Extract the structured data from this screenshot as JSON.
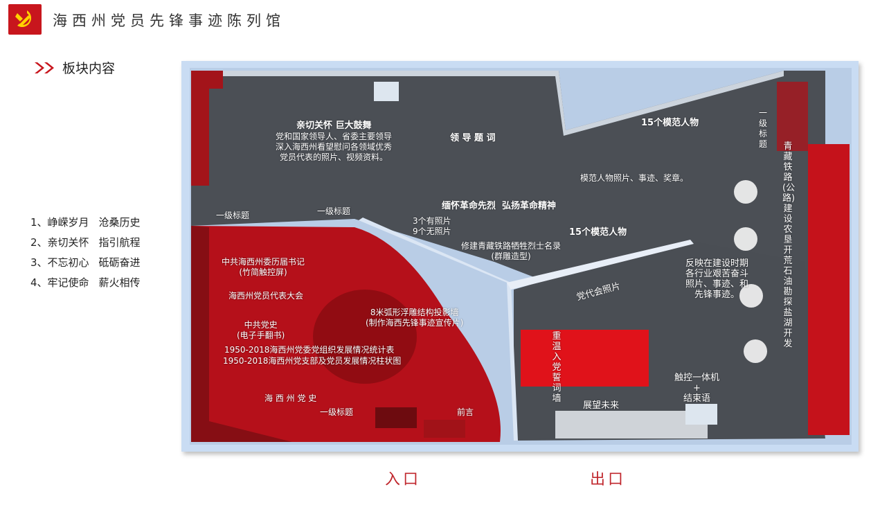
{
  "header": {
    "title": "海西州党员先锋事迹陈列馆",
    "logo_icon": "party-emblem-icon",
    "accent": "#c8161d"
  },
  "section": {
    "icon": "double-chevron-icon",
    "label": "板块内容"
  },
  "menu": [
    {
      "num": "1、峥嵘岁月",
      "desc": "沧桑历史"
    },
    {
      "num": "2、亲切关怀",
      "desc": "指引航程"
    },
    {
      "num": "3、不忘初心",
      "desc": "砥砺奋进"
    },
    {
      "num": "4、牢记使命",
      "desc": "薪火相传"
    }
  ],
  "plan": {
    "labels": {
      "care_title": "亲切关怀 巨大鼓舞",
      "care_desc": "党和国家领导人、省委主要领导\n深入海西州看望慰问各领域优秀\n党员代表的照片、视频资料。",
      "leader_words": "领 导 题 词",
      "models_top": "15个模范人物",
      "models_desc": "模范人物照片、事迹、奖章。",
      "level1_a": "一级标题",
      "level1_b": "一级标题",
      "level1_c": "一级标题",
      "level1_v": "一级标题",
      "martyrs": "缅怀革命先烈  弘扬革命精神",
      "photos": "3个有照片\n9个无照片",
      "railway": "修建青藏铁路牺牲烈士名录\n(群雕造型)",
      "models_mid": "15个模范人物",
      "secretaries": "中共海西州委历届书记\n(竹简触控屏)",
      "congress": "海西州党员代表大会",
      "party_history": "中共党史\n(电子手翻书)",
      "stats1": "1950-2018海西州党委党组织发展情况统计表",
      "stats2": "1950-2018海西州党支部及党员发展情况柱状图",
      "projection": "8米弧形浮雕结构投影墙\n(制作海西先锋事迹宣传片)",
      "haixi_history": "海 西 州 党 史",
      "preface": "前言",
      "congress_photos": "党代会照片",
      "oath_wall": "重温入党誓词墙",
      "future": "展望未来",
      "touch": "触控一体机\n+\n结束语",
      "reflect": "反映在建设时期\n各行业艰苦奋斗\n照片、事迹、和\n先锋事迹。",
      "vertical_right": "青藏铁路(公路)建设 农垦开荒 石油勘探 盐湖开发"
    },
    "entrance": "入口",
    "exit": "出口"
  }
}
